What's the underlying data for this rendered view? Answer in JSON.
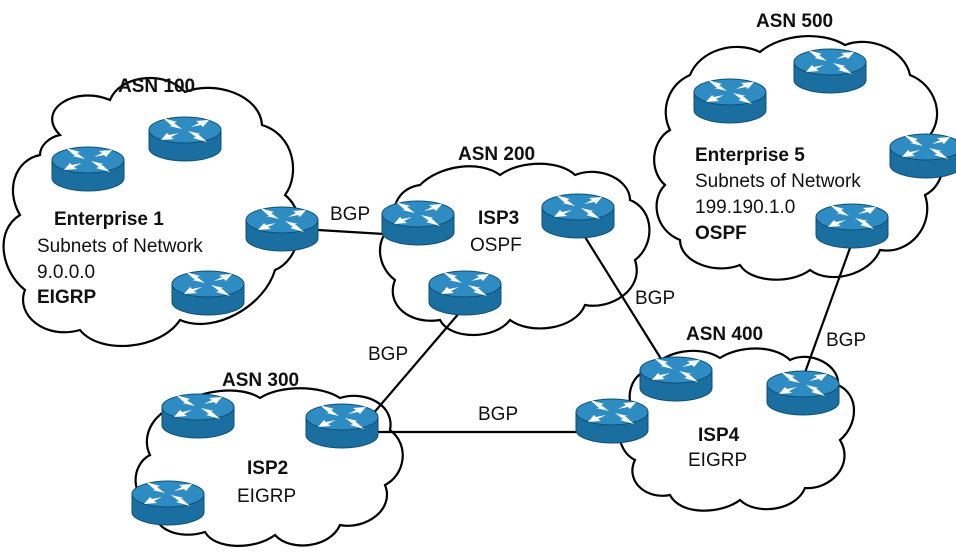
{
  "colors": {
    "router_body": "#1a6fa0",
    "router_top": "#2e8cc2",
    "router_edge": "#0d4f75",
    "arrow": "#ffffff",
    "line": "#000000",
    "cloud_fill": "#ffffff"
  },
  "icons": {
    "router": "router-icon",
    "cloud": "cloud-shape"
  },
  "clouds": {
    "asn100": {
      "asn": "ASN 100",
      "name": "Enterprise 1",
      "subnet_line1": "Subnets of Network",
      "subnet_line2": "9.0.0.0",
      "protocol": "EIGRP"
    },
    "asn200": {
      "asn": "ASN 200",
      "name": "ISP3",
      "protocol": "OSPF"
    },
    "asn300": {
      "asn": "ASN 300",
      "name": "ISP2",
      "protocol": "EIGRP"
    },
    "asn400": {
      "asn": "ASN 400",
      "name": "ISP4",
      "protocol": "EIGRP"
    },
    "asn500": {
      "asn": "ASN 500",
      "name": "Enterprise 5",
      "subnet_line1": "Subnets of Network",
      "subnet_line2": "199.190.1.0",
      "protocol": "OSPF"
    }
  },
  "links": [
    {
      "from": "asn100",
      "to": "asn200",
      "protocol": "BGP"
    },
    {
      "from": "asn200",
      "to": "asn300",
      "protocol": "BGP"
    },
    {
      "from": "asn200",
      "to": "asn400",
      "protocol": "BGP"
    },
    {
      "from": "asn300",
      "to": "asn400",
      "protocol": "BGP"
    },
    {
      "from": "asn400",
      "to": "asn500",
      "protocol": "BGP"
    }
  ]
}
